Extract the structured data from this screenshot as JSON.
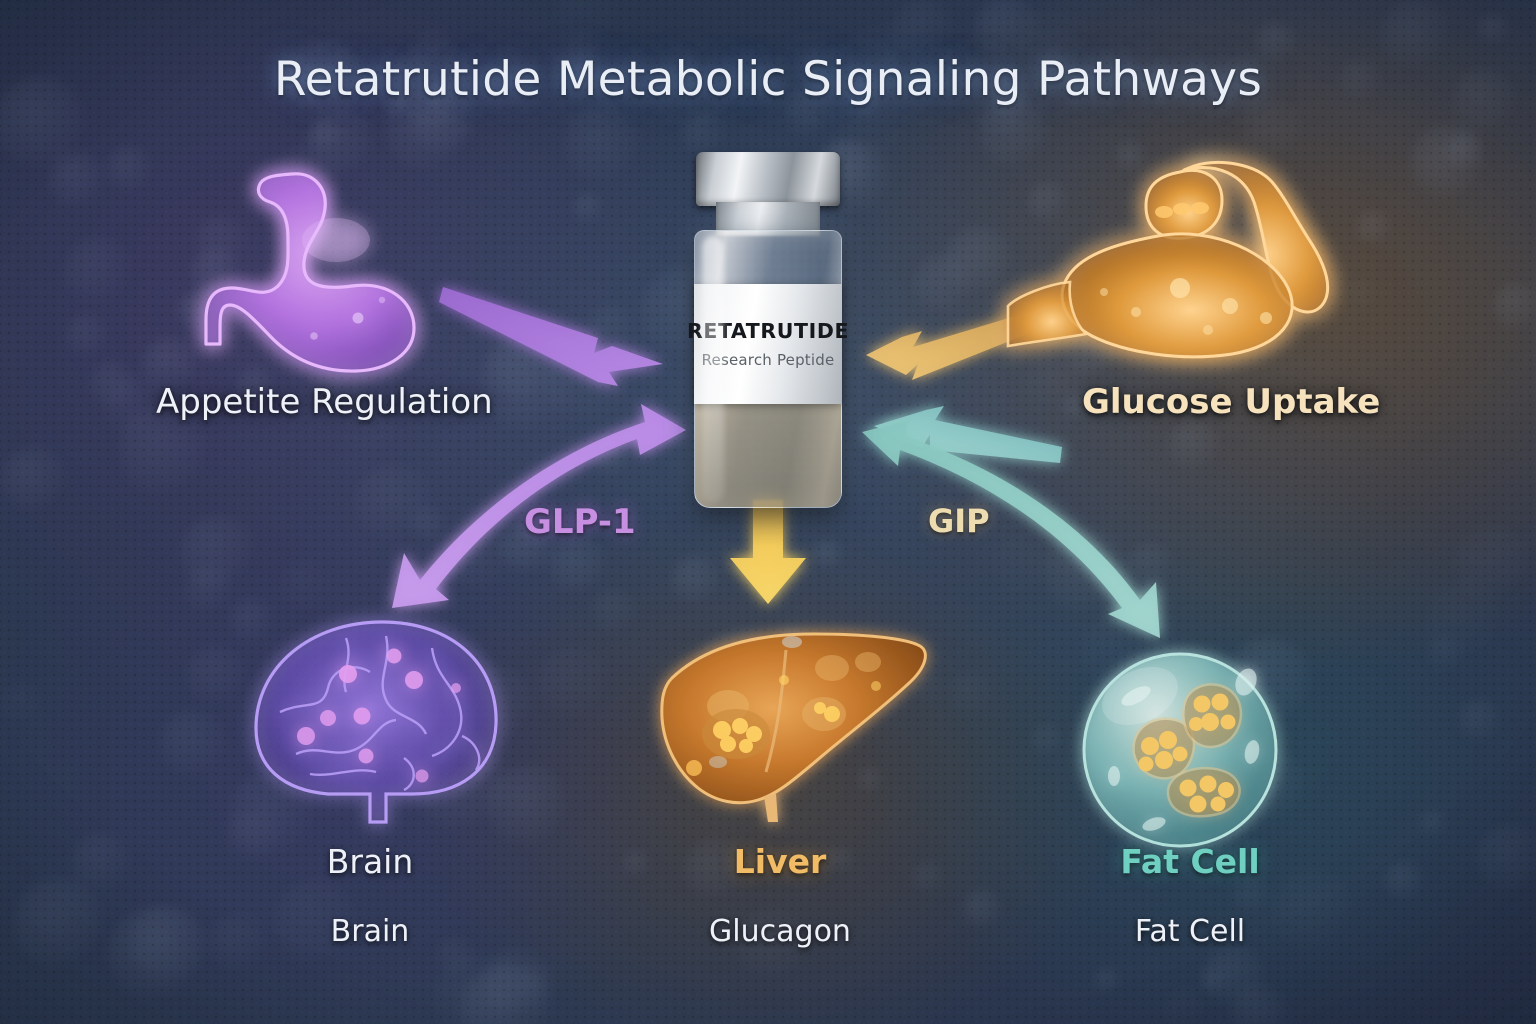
{
  "title": "Retatrutide Metabolic Signaling Pathways",
  "vial": {
    "name": "RETATRUTIDE",
    "subtitle": "Research Peptide",
    "cap_color": "#c9ced4",
    "glass_color": "#e2ebf2"
  },
  "nodes": {
    "stomach": {
      "label": "Appetite Regulation",
      "icon": "stomach-icon",
      "color": "#c27fe8"
    },
    "muscle": {
      "label": "Glucose Uptake",
      "icon": "flexed-bicep-icon",
      "color": "#f6e2bd"
    },
    "brain": {
      "label": "Brain",
      "sublabel": "Brain",
      "icon": "brain-icon",
      "color": "#eef1f7"
    },
    "liver": {
      "label": "Liver",
      "sublabel": "Glucagon",
      "icon": "liver-icon",
      "color": "#f2bc67"
    },
    "fat_cell": {
      "label": "Fat Cell",
      "sublabel": "Fat Cell",
      "icon": "fat-cell-icon",
      "color": "#6fd0c2"
    }
  },
  "pathways": [
    {
      "id": "glp1",
      "label": "GLP-1",
      "color": "#c78fe2",
      "from": "brain",
      "to": "vial",
      "style": "double-headed-curved"
    },
    {
      "id": "gip",
      "label": "GIP",
      "color": "#eedcb1",
      "from": "fat_cell",
      "to": "vial",
      "style": "double-headed-curved"
    }
  ],
  "arrows": [
    {
      "id": "stomach-to-vial",
      "color": "#a87ad8",
      "direction": "right"
    },
    {
      "id": "muscle-to-vial",
      "color": "#e0b060",
      "direction": "left"
    },
    {
      "id": "fatcell-to-vial",
      "color": "#8cc8c8",
      "direction": "left"
    },
    {
      "id": "vial-to-liver",
      "color": "#f5cc55",
      "direction": "down"
    },
    {
      "id": "vial-to-brain",
      "color": "#b583e2",
      "direction": "down-left"
    },
    {
      "id": "vial-to-fatcell",
      "color": "#7fc4bd",
      "direction": "down-right"
    }
  ],
  "theme": {
    "background": "#2b3850",
    "title_color": "#e9edf5",
    "purple": "#b07ae0",
    "gold": "#e0b060",
    "teal": "#6fd0c2",
    "amber": "#f2bc67"
  }
}
